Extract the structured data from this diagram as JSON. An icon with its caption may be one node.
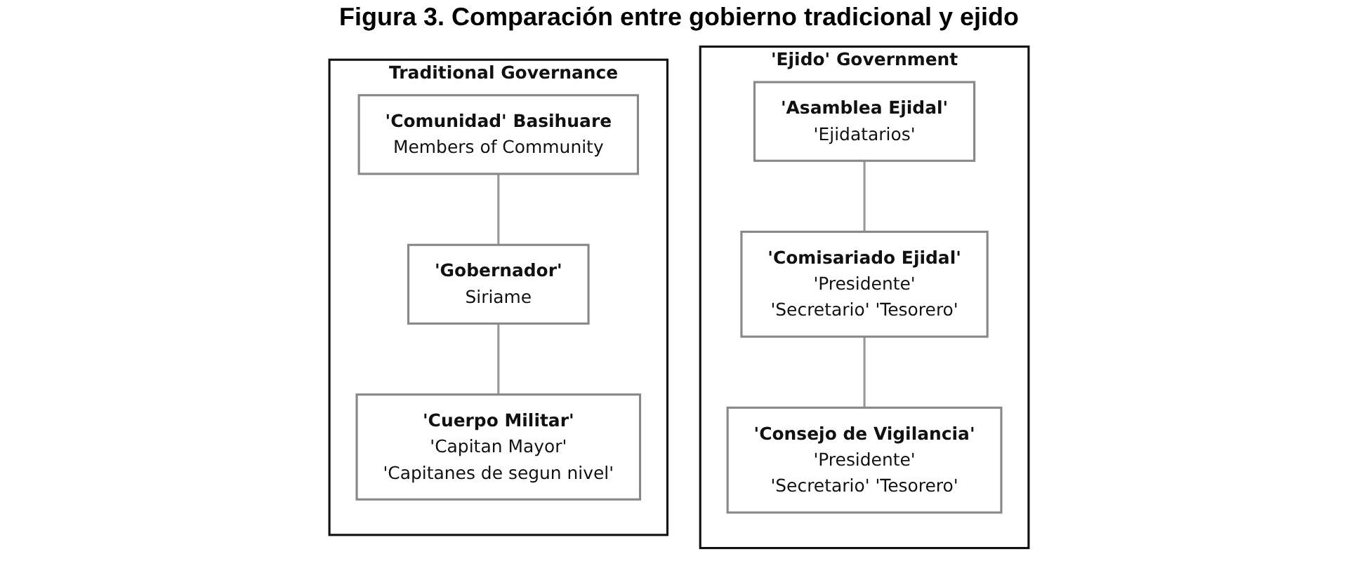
{
  "diagram": {
    "title": "Figura 3. Comparación entre gobierno tradicional y ejido",
    "nodes": [
      {
        "text": [
          "Traditional Governance"
        ]
      },
      {
        "text": [
          "'Comunidad' Basihuare",
          "Members of Community"
        ],
        "in": 0
      },
      {
        "text": [
          "'Gobernador'",
          "Siriame"
        ],
        "in": 0
      },
      {
        "text": [
          "'Cuerpo Militar'",
          "'Capitan Mayor'",
          "'Capitanes de segun nivel'"
        ],
        "in": 0
      },
      {
        "text": [
          "'Ejido' Government"
        ]
      },
      {
        "text": [
          "'Asamblea Ejidal'",
          "'Ejidatarios'"
        ],
        "in": 4
      },
      {
        "text": [
          "'Comisariado Ejidal'",
          "'Presidente'",
          "'Secretario' 'Tesorero'"
        ],
        "in": 4
      },
      {
        "text": [
          "'Consejo de Vigilancia'",
          "'Presidente'",
          "'Secretario' 'Tesorero'"
        ],
        "in": 4
      }
    ],
    "edges": [
      {
        "from": 1,
        "to": 2,
        "arrow": "none"
      },
      {
        "from": 2,
        "to": 3,
        "arrow": "none"
      },
      {
        "from": 5,
        "to": 6,
        "arrow": "none"
      },
      {
        "from": 6,
        "to": 7,
        "arrow": "none"
      }
    ]
  }
}
